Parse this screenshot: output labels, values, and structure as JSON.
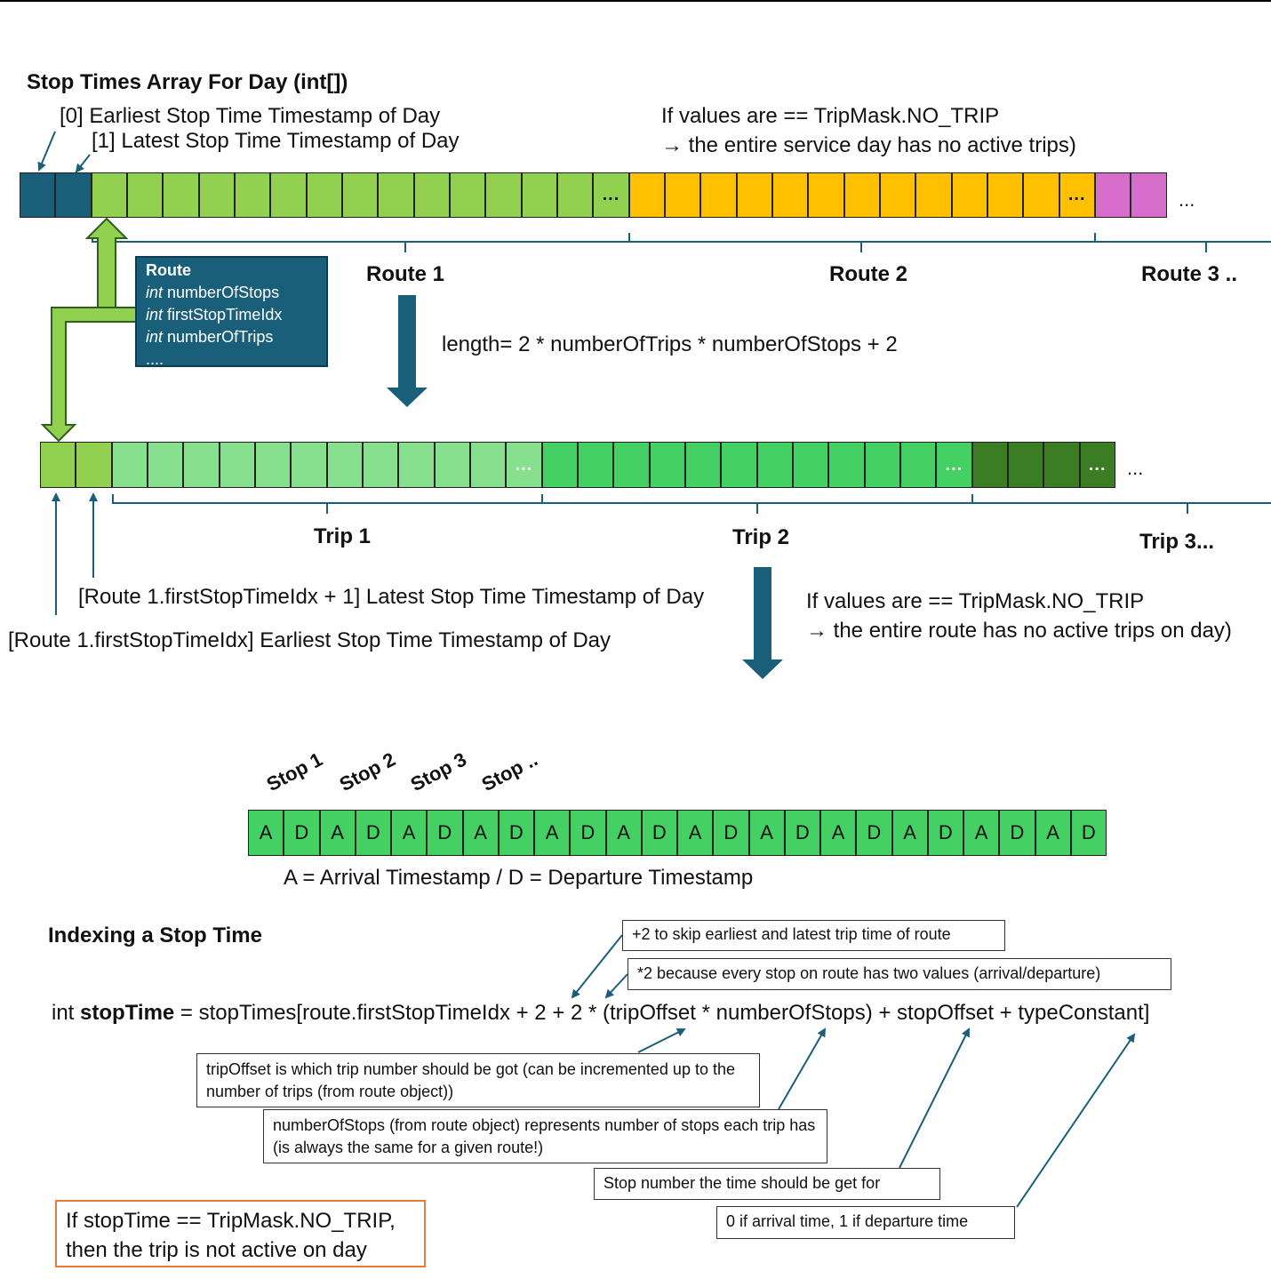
{
  "title": "Stop Times Array For Day (int[])",
  "index_notes": {
    "idx0": "[0] Earliest Stop Time Timestamp of Day",
    "idx1": "[1] Latest Stop Time Timestamp of Day"
  },
  "day_no_trip": {
    "line1": "If values are == TripMask.NO_TRIP",
    "line2": "→ the entire service day has no active trips)"
  },
  "ellipsis": "...",
  "route_labels": [
    "Route 1",
    "Route 2",
    "Route 3 .."
  ],
  "route_box": {
    "title": "Route",
    "type": "int",
    "fields": [
      "numberOfStops",
      "firstStopTimeIdx",
      "numberOfTrips"
    ],
    "more": "...."
  },
  "length_formula": "length= 2 * numberOfTrips * numberOfStops + 2",
  "trip_labels": [
    "Trip 1",
    "Trip 2",
    "Trip 3..."
  ],
  "route_index_notes": {
    "latest": "[Route 1.firstStopTimeIdx + 1] Latest Stop Time Timestamp of Day",
    "earliest": "[Route 1.firstStopTimeIdx] Earliest Stop Time Timestamp of Day"
  },
  "route_no_trip": {
    "line1": "If values are == TripMask.NO_TRIP",
    "line2": "→ the entire route has no active trips on day)"
  },
  "stop_labels": [
    "Stop 1",
    "Stop 2",
    "Stop 3",
    "Stop .."
  ],
  "ad_cells": [
    "A",
    "D",
    "A",
    "D",
    "A",
    "D",
    "A",
    "D",
    "A",
    "D",
    "A",
    "D",
    "A",
    "D",
    "A",
    "D",
    "A",
    "D",
    "A",
    "D",
    "A",
    "D",
    "A",
    "D"
  ],
  "ad_legend": "A = Arrival Timestamp / D = Departure Timestamp",
  "indexing_title": "Indexing a Stop Time",
  "formula": {
    "prefix": "int ",
    "var": "stopTime",
    "rest": " = stopTimes[route.firstStopTimeIdx + 2 + 2 * (tripOffset * numberOfStops) + stopOffset + typeConstant]"
  },
  "callouts": {
    "plus2": "+2 to skip earliest and latest trip time of route",
    "times2": "*2 because every stop on route has two values (arrival/departure)",
    "tripOffset": "tripOffset is which trip number should be got (can be incremented up to the number of trips (from route object))",
    "numberOfStops": "numberOfStops (from route object) represents number of stops each trip has (is always the same for a given route!)",
    "stopOffset": "Stop number the time should be get for",
    "typeConstant": "0 if arrival time, 1 if departure time"
  },
  "warning": "If stopTime == TripMask.NO_TRIP, then the trip is not active on day",
  "colors": {
    "index_cells": "#1a5f7a",
    "route1": "#92d050",
    "route2": "#ffc000",
    "route3": "#d86ecc",
    "route_index_cells": "#92d050",
    "trip1": "#86e08e",
    "trip2": "#44d062",
    "trip3": "#3a7d22",
    "ad_cells": "#44d062",
    "arrow_blue": "#1a5f7a",
    "bracket_blue": "#1a5f7a",
    "warning_border": "#e87a3a"
  }
}
